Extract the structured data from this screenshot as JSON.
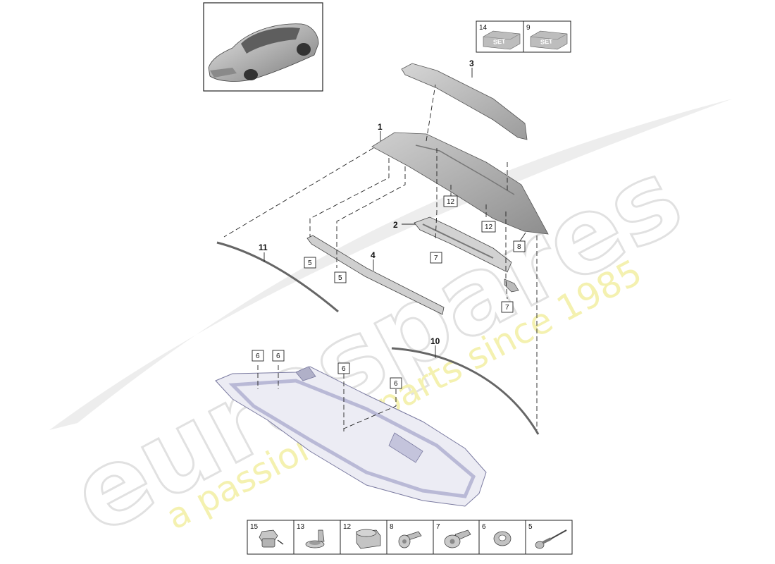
{
  "watermark": {
    "brand": "eurospares",
    "tagline": "a passion for parts since 1985"
  },
  "set_boxes": [
    {
      "number": "14",
      "badge": "SET"
    },
    {
      "number": "9",
      "badge": "SET"
    }
  ],
  "callouts": [
    "1",
    "2",
    "3",
    "4",
    "10",
    "11"
  ],
  "part_tags": [
    "12",
    "12",
    "8",
    "7",
    "7",
    "5",
    "5",
    "6",
    "6",
    "6",
    "6"
  ],
  "fastener_legend": [
    "15",
    "13",
    "12",
    "8",
    "7",
    "6",
    "5"
  ],
  "colors": {
    "outline": "#222222",
    "part_fill": "#c8c8c8",
    "part_dark": "#9a9a9a",
    "hatch_blue": "#b9b9d6",
    "watermark_grey": "#e4e4e4",
    "watermark_yellow": "#f2ef9a"
  }
}
